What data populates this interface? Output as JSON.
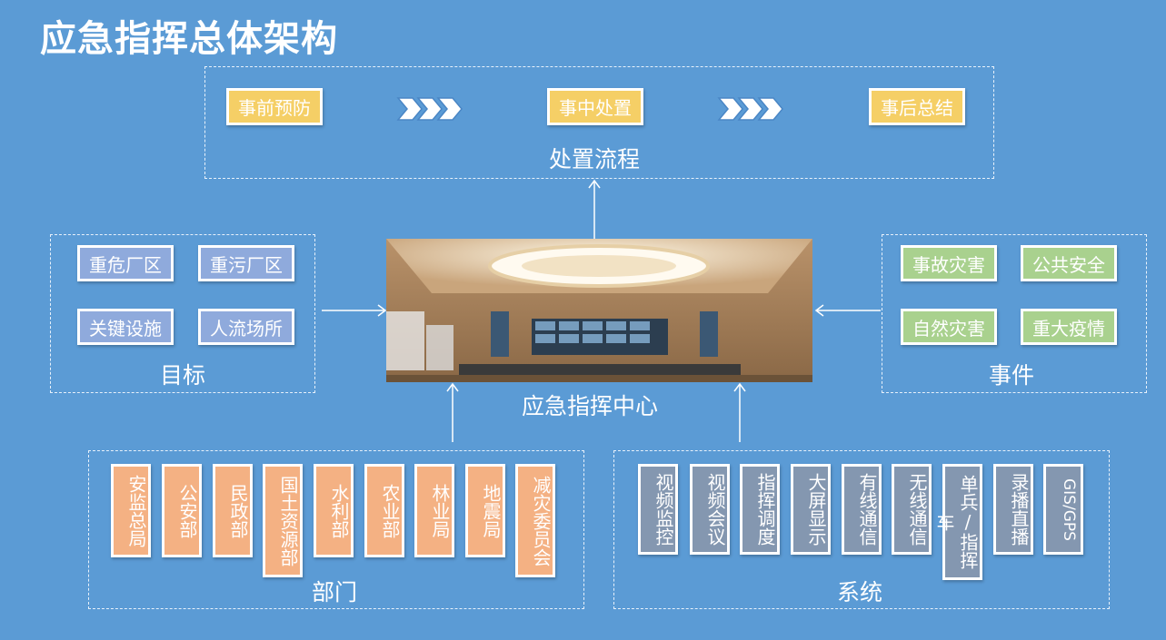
{
  "title": "应急指挥总体架构",
  "process": {
    "caption": "处置流程",
    "steps": [
      "事前预防",
      "事中处置",
      "事后总结"
    ]
  },
  "target": {
    "caption": "目标",
    "items": [
      "重危厂区",
      "重污厂区",
      "关键设施",
      "人流场所"
    ]
  },
  "center": {
    "caption": "应急指挥中心"
  },
  "event": {
    "caption": "事件",
    "items": [
      "事故灾害",
      "公共安全",
      "自然灾害",
      "重大疫情"
    ]
  },
  "department": {
    "caption": "部门",
    "items": [
      "安监总局",
      "公安部",
      "民政部",
      "国土资源部",
      "水利部",
      "农业部",
      "林业局",
      "地震局",
      "减灾委员会"
    ]
  },
  "system": {
    "caption": "系统",
    "items": [
      "视频监控",
      "视频会议",
      "指挥调度",
      "大屏显示",
      "有线通信",
      "无线通信",
      "单兵/指挥车",
      "录播直播",
      "GIS/GPS"
    ]
  },
  "colors": {
    "background": "#5b9bd5",
    "process_step": "#f5cf66",
    "target_item": "#8faadc",
    "event_item": "#a9d18e",
    "department_item": "#f4b183",
    "system_item": "#8497b0"
  }
}
